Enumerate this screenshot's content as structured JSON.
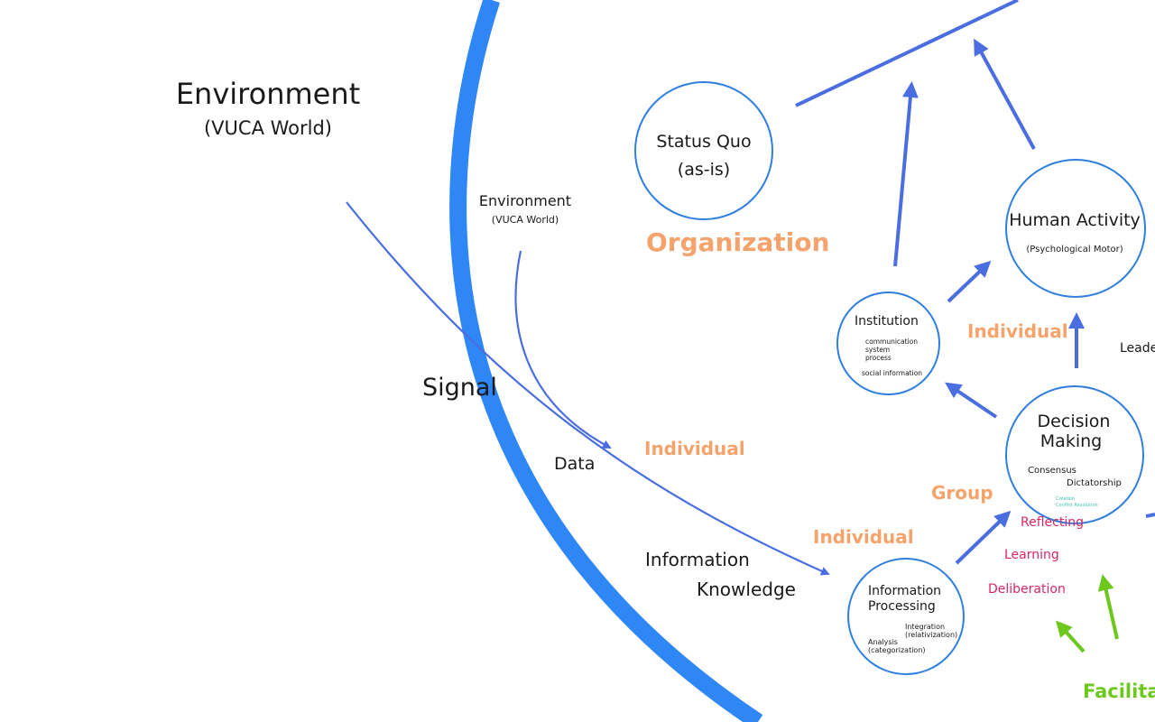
{
  "colors": {
    "big_arc": "#2f86f5",
    "arrow": "#4a6ee0",
    "node_border": "#2f7fe0",
    "orange": "#f5a36b",
    "crimson": "#d6285f",
    "teal": "#3fc4b2",
    "green": "#6cc81c"
  },
  "outer": {
    "title": "Environment",
    "subtitle": "(VUCA World)",
    "signal": "Signal"
  },
  "inner": {
    "title": "Environment",
    "subtitle": "(VUCA World)",
    "data": "Data",
    "information": "Information",
    "knowledge": "Knowledge"
  },
  "nodes": {
    "status_quo": {
      "title": "Status Quo",
      "subtitle": "(as-is)"
    },
    "human_activity": {
      "title": "Human Activity",
      "subtitle": "(Psychological Motor)"
    },
    "institution": {
      "title": "Institution",
      "details": [
        "communication",
        "system",
        "process"
      ],
      "note": "social information"
    },
    "decision_making": {
      "title_line1": "Decision",
      "title_line2": "Making",
      "consensus": "Consensus",
      "dictatorship": "Dictatorship",
      "small_line1": "Creation",
      "small_line2": "Conflict Resolution"
    },
    "info_processing": {
      "title_line1": "Information",
      "title_line2": "Processing",
      "integration": "Integration",
      "integration_sub": "(relativization)",
      "analysis": "Analysis",
      "analysis_sub": "(categorization)"
    }
  },
  "levels": {
    "organization": "Organization",
    "individual_data": "Individual",
    "individual_info": "Individual",
    "individual_upper": "Individual",
    "group": "Group"
  },
  "process": {
    "reflecting": "Reflecting",
    "learning": "Learning",
    "deliberation": "Deliberation"
  },
  "partial": {
    "leader": "Leade",
    "facilitation": "Facilitati"
  }
}
